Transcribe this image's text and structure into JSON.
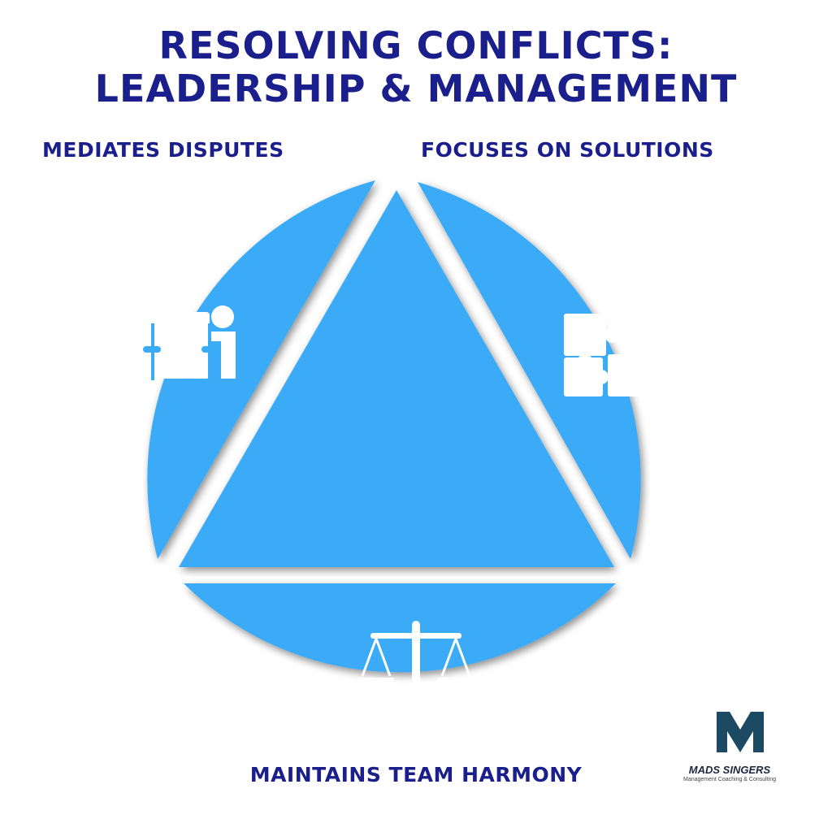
{
  "title": {
    "line1": "RESOLVING CONFLICTS:",
    "line2": "LEADERSHIP & MANAGEMENT"
  },
  "segments": {
    "top_left": {
      "label": "MEDIATES DISPUTES",
      "icon": "meeting-table-icon"
    },
    "top_right": {
      "label": "FOCUSES ON SOLUTIONS",
      "icon": "puzzle-pieces-icon"
    },
    "bottom": {
      "label": "MAINTAINS TEAM HARMONY",
      "icon": "balance-scale-icon"
    }
  },
  "colors": {
    "segment_fill": "#3aabf7",
    "text": "#1a1f8c",
    "logo": "#1c4a63"
  },
  "brand": {
    "name": "MADS SINGERS",
    "tagline": "Management Coaching & Consulting"
  }
}
